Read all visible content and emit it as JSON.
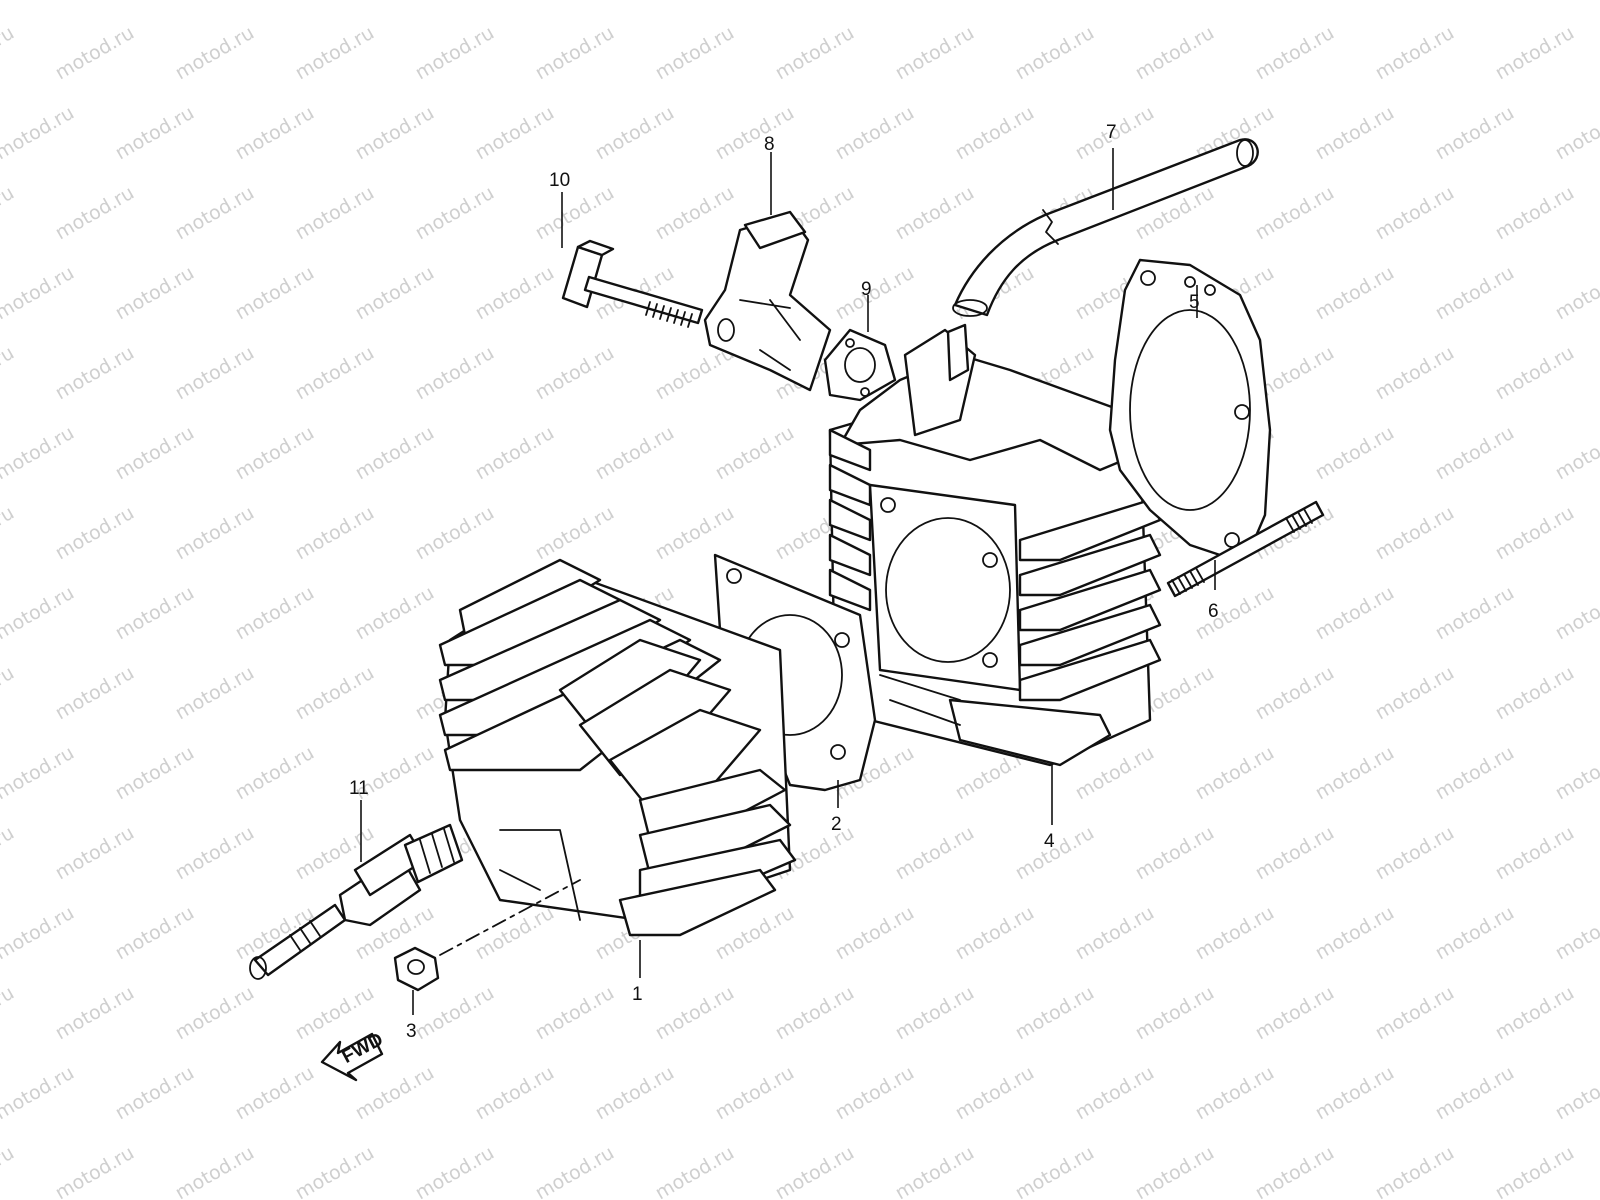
{
  "watermark": "motod.ru",
  "colors": {
    "line": "#111111",
    "watermark": "#cfcfcf",
    "background": "#ffffff"
  },
  "fwd_label": "FWD",
  "callouts": [
    {
      "id": "p1",
      "label": "1"
    },
    {
      "id": "p2",
      "label": "2"
    },
    {
      "id": "p3",
      "label": "3"
    },
    {
      "id": "p4",
      "label": "4"
    },
    {
      "id": "p5",
      "label": "5"
    },
    {
      "id": "p6",
      "label": "6"
    },
    {
      "id": "p7",
      "label": "7"
    },
    {
      "id": "p8",
      "label": "8"
    },
    {
      "id": "p9",
      "label": "9"
    },
    {
      "id": "p10",
      "label": "10"
    },
    {
      "id": "p11",
      "label": "11"
    }
  ]
}
